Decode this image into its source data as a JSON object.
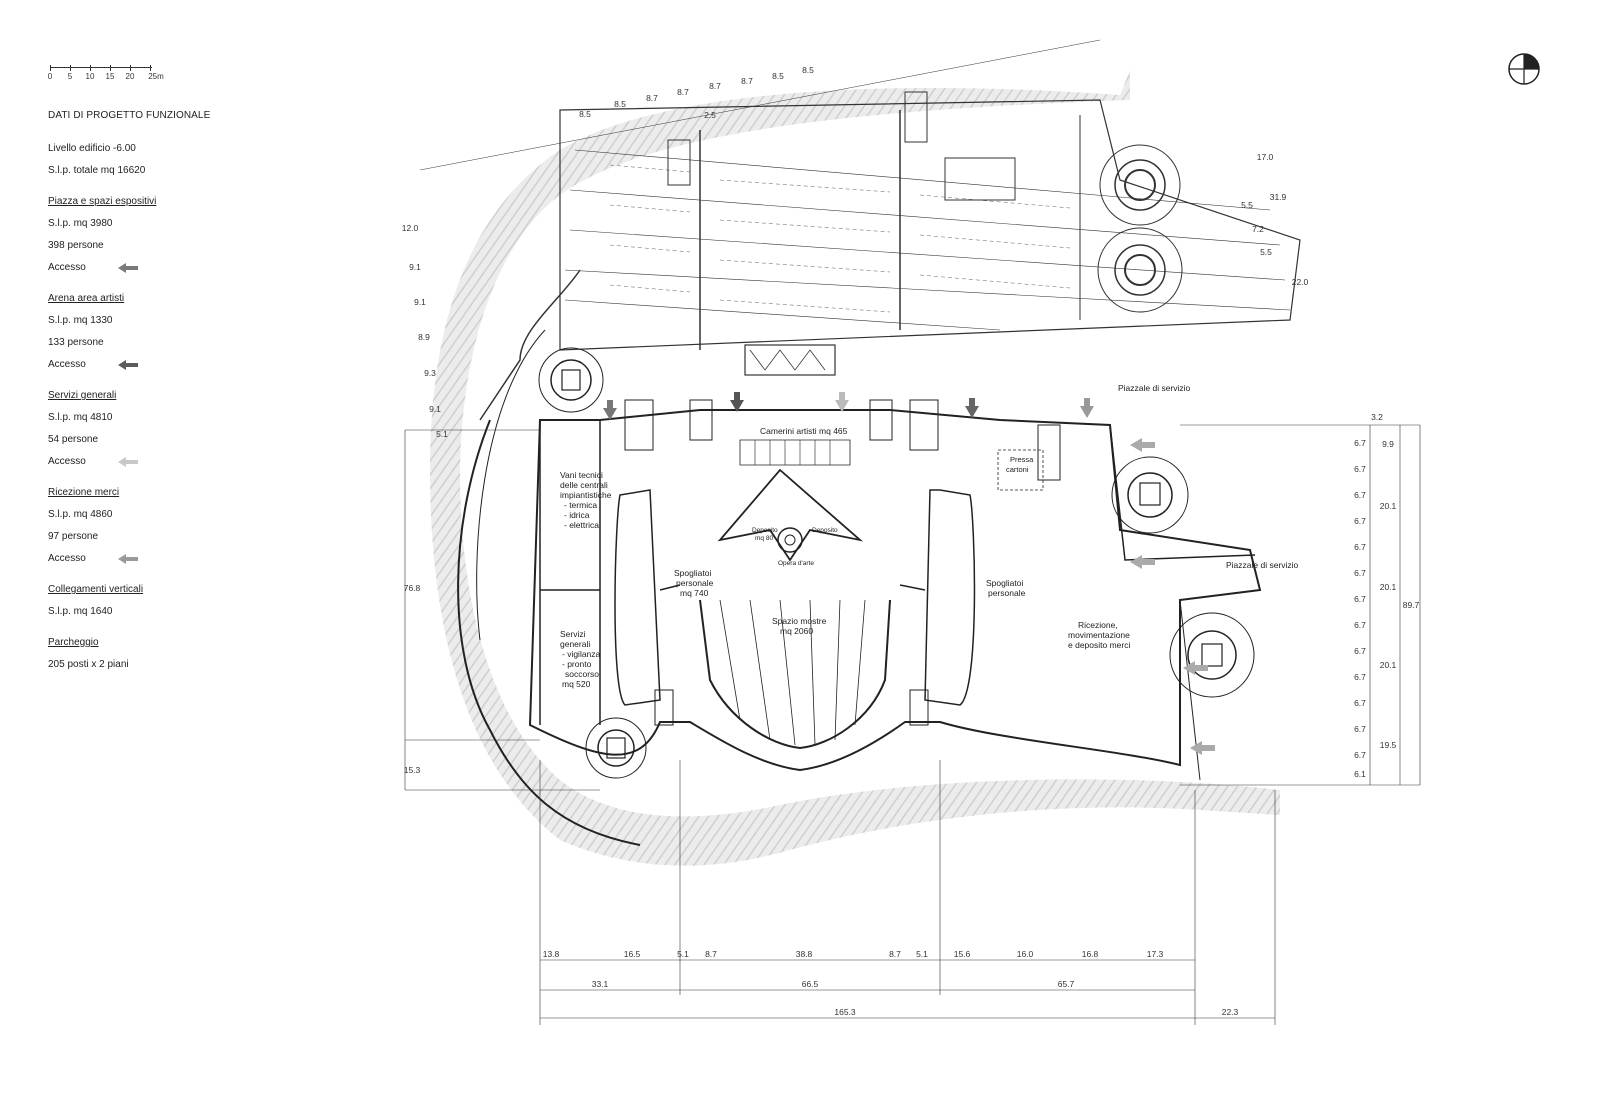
{
  "scale": {
    "ticks": [
      "0",
      "5",
      "10",
      "15",
      "20",
      "25m"
    ]
  },
  "legend": {
    "title": "DATI DI PROGETTO FUNZIONALE",
    "level": "Livello edificio -6.00",
    "total_slp": "S.l.p. totale mq 16620",
    "sections": [
      {
        "heading": "Piazza e spazi espositivi",
        "slp": "S.l.p. mq 3980",
        "persons": "398 persone",
        "access": "Accesso",
        "arrow_color": "#7a7a7a"
      },
      {
        "heading": "Arena area artisti",
        "slp": "S.l.p. mq 1330",
        "persons": "133 persone",
        "access": "Accesso",
        "arrow_color": "#5c5c5c"
      },
      {
        "heading": "Servizi generali",
        "slp": "S.l.p. mq 4810",
        "persons": "54 persone",
        "access": "Accesso",
        "arrow_color": "#c8c8c8"
      },
      {
        "heading": "Ricezione merci",
        "slp": "S.l.p. mq 4860",
        "persons": "97 persone",
        "access": "Accesso",
        "arrow_color": "#9a9a9a"
      },
      {
        "heading": "Collegamenti verticali",
        "slp": "S.l.p. mq 1640"
      },
      {
        "heading": "Parcheggio",
        "slp": "205 posti x 2 piani"
      }
    ]
  },
  "rooms": {
    "camerini": "Camerini artisti mq 465",
    "piazzale_top": "Piazzale di servizio",
    "piazzale_right": "Piazzale di servizio",
    "pressa_1": "Pressa",
    "pressa_2": "cartoni",
    "vani_1": "Vani tecnici",
    "vani_2": "delle centrali",
    "vani_3": "impiantistiche",
    "vani_4": "- termica",
    "vani_5": "- idrica",
    "vani_6": "- elettrica",
    "servizi_1": "Servizi",
    "servizi_2": "generali",
    "servizi_3": "- vigilanza",
    "servizi_4": "- pronto",
    "servizi_5": "soccorso",
    "servizi_6": "mq 520",
    "spog_left_1": "Spogliatoi",
    "spog_left_2": "personale",
    "spog_left_3": "mq 740",
    "spog_right_1": "Spogliatoi",
    "spog_right_2": "personale",
    "spazio_1": "Spazio mostre",
    "spazio_2": "mq 2060",
    "ricezione_1": "Ricezione,",
    "ricezione_2": "movimentazione",
    "ricezione_3": "e deposito merci",
    "deposito_1": "Deposito",
    "deposito_2": "mq 80",
    "deposito_r": "Deposito",
    "opera": "Opera d'arte"
  },
  "dimensions": {
    "bottom_row1": [
      "13.8",
      "16.5",
      "5.1",
      "8.7",
      "38.8",
      "8.7",
      "5.1",
      "15.6",
      "16.0",
      "16.8",
      "17.3"
    ],
    "bottom_row2": [
      "33.1",
      "66.5",
      "65.7"
    ],
    "bottom_total": "165.3",
    "bottom_extra": "22.3",
    "right_small": [
      "3.2",
      "6.7",
      "6.7",
      "6.7",
      "6.7",
      "6.7",
      "6.7",
      "6.7",
      "6.7",
      "6.7",
      "6.7",
      "6.7",
      "6.7",
      "6.7",
      "6.1"
    ],
    "right_mid": [
      "9.9",
      "20.1",
      "20.1",
      "20.1",
      "19.5"
    ],
    "right_total": "89.7",
    "left_a": "76.8",
    "left_b": "15.3",
    "parking_left": [
      "12.0",
      "9.1",
      "9.1",
      "8.9",
      "9.3",
      "9.1",
      "5.1"
    ],
    "parking_top": [
      "8.5",
      "8.5",
      "8.7",
      "8.7",
      "8.7",
      "8.7",
      "8.5",
      "8.5",
      "2.5"
    ],
    "parking_right": [
      "17.0",
      "31.9",
      "5.5",
      "7.2",
      "5.5",
      "22.0"
    ]
  }
}
